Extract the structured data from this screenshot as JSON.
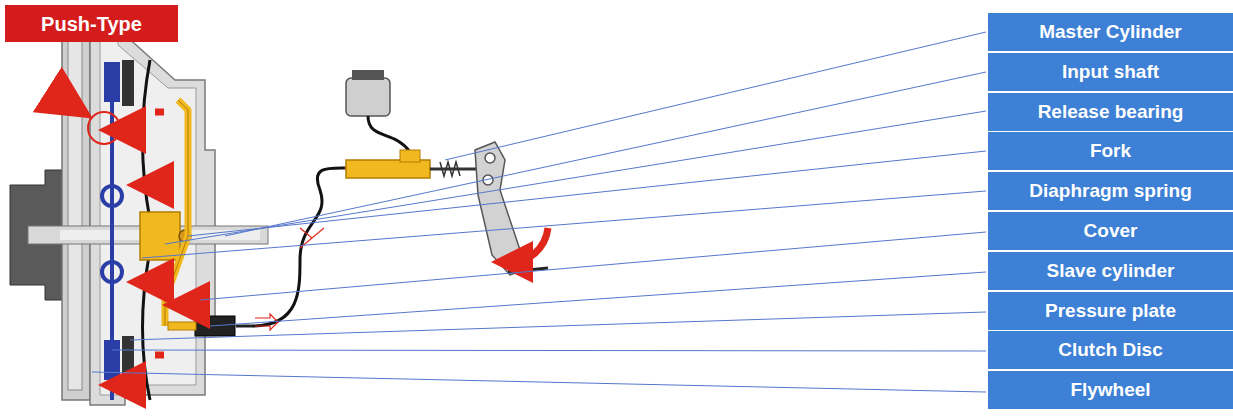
{
  "diagram": {
    "nodes": [
      {
        "text": [
          "Push-Type"
        ]
      },
      {
        "text": [
          "Master Cylinder"
        ]
      },
      {
        "text": [
          "Input shaft"
        ]
      },
      {
        "text": [
          "Release bearing"
        ]
      },
      {
        "text": [
          "Fork"
        ]
      },
      {
        "text": [
          "Diaphragm spring"
        ]
      },
      {
        "text": [
          "Cover"
        ]
      },
      {
        "text": [
          "Slave cylinder"
        ]
      },
      {
        "text": [
          "Pressure plate"
        ]
      },
      {
        "text": [
          "Clutch Disc"
        ]
      },
      {
        "text": [
          "Flywheel"
        ]
      }
    ]
  }
}
